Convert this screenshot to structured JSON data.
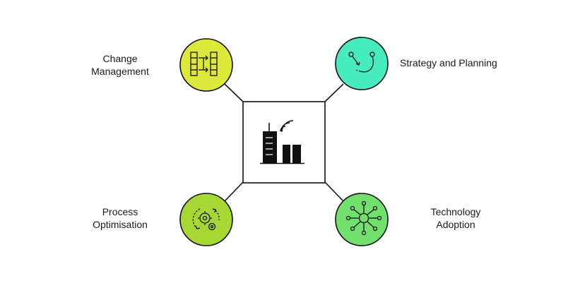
{
  "colors": {
    "change_management": "#dce83a",
    "strategy_planning": "#46ecc0",
    "process_optimisation": "#a6d833",
    "technology_adoption": "#72e06c",
    "stroke": "#111111",
    "background": "#ffffff"
  },
  "center": {
    "icon": "office-building-signal-icon"
  },
  "nodes": {
    "change_management": {
      "line1": "Change",
      "line2": "Management",
      "icon": "kanban-flow-icon"
    },
    "strategy_planning": {
      "line1": "Strategy and Planning",
      "icon": "route-arrow-icon"
    },
    "process_optimisation": {
      "line1": "Process",
      "line2": "Optimisation",
      "icon": "gears-cycle-icon"
    },
    "technology_adoption": {
      "line1": "Technology",
      "line2": "Adoption",
      "icon": "network-hub-icon"
    }
  }
}
